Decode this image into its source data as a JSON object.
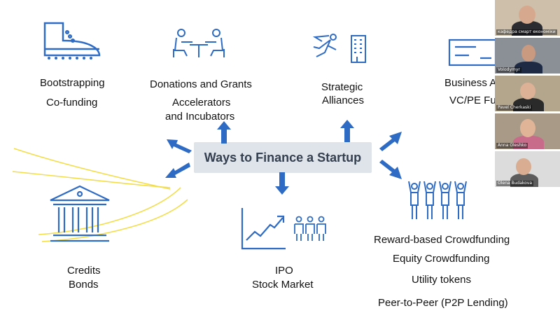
{
  "slide": {
    "center_title": "Ways to Finance a Startup",
    "groups": {
      "bootstrapping": [
        "Bootstrapping",
        "Co-funding"
      ],
      "donations": [
        "Donations and Grants",
        "Accelerators",
        "and Incubators"
      ],
      "strategic": [
        "Strategic",
        "Alliances"
      ],
      "business_angels": [
        "Business A",
        "VC/PE Fu"
      ],
      "credits": [
        "Credits",
        "Bonds"
      ],
      "ipo": [
        "IPO",
        "Stock Market"
      ],
      "crowdfunding": [
        "Reward-based Crowdfunding",
        "Equity Crowdfunding",
        "Utility tokens",
        "Peer-to-Peer (P2P Lending)"
      ]
    },
    "accent_color": "#2e6bc4",
    "annotation_color": "#f3dd4a"
  },
  "video_call": {
    "participants": [
      {
        "name": "кафедра смарт економіки"
      },
      {
        "name": "Volodymyr"
      },
      {
        "name": "Pavel Cherkaski"
      },
      {
        "name": "Anna Oleshko"
      },
      {
        "name": "Olena Budakova"
      }
    ]
  }
}
